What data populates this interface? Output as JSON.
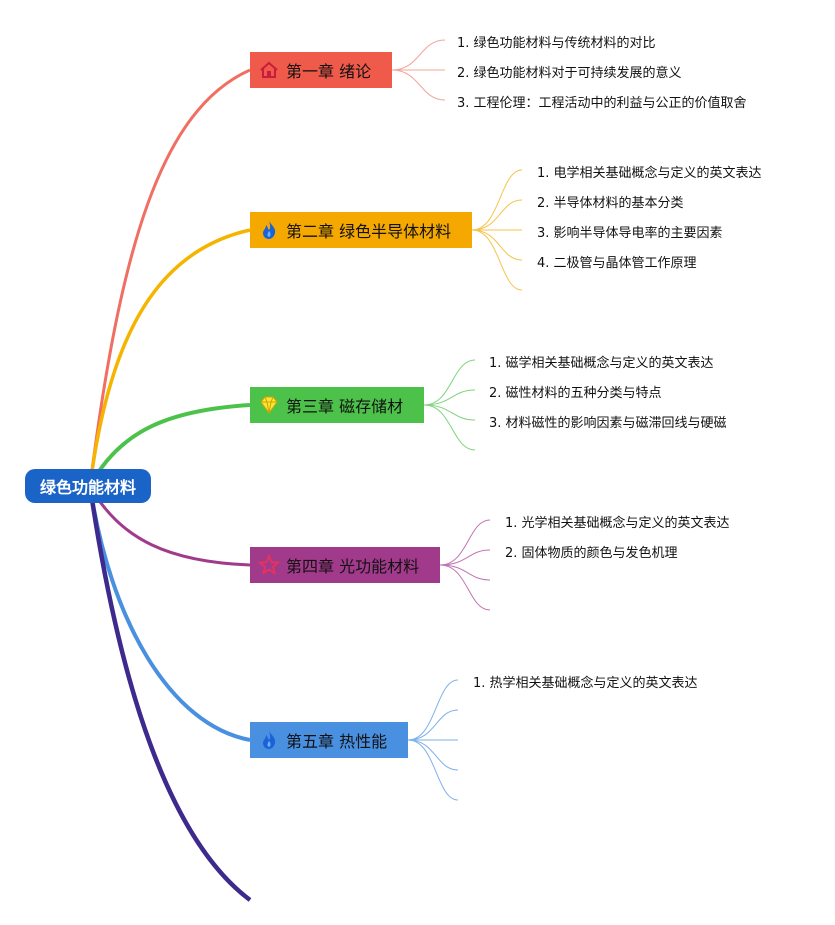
{
  "root": {
    "label": "绿色功能材料"
  },
  "chapters": [
    {
      "label": "第一章 绪论",
      "icon": "house-icon",
      "color": "#f05a4a",
      "items": [
        "1. 绿色功能材料与传统材料的对比",
        "2. 绿色功能材料对于可持续发展的意义",
        "3. 工程伦理：工程活动中的利益与公正的价值取舍"
      ]
    },
    {
      "label": "第二章 绿色半导体材料",
      "icon": "flame-icon",
      "color": "#f5a800",
      "items": [
        "1. 电学相关基础概念与定义的英文表达",
        "2. 半导体材料的基本分类",
        "3. 影响半导体导电率的主要因素",
        "4. 二极管与晶体管工作原理"
      ]
    },
    {
      "label": "第三章 磁存储材",
      "icon": "diamond-icon",
      "color": "#4cc24a",
      "items": [
        "1. 磁学相关基础概念与定义的英文表达",
        "2. 磁性材料的五种分类与特点",
        "3. 材料磁性的影响因素与磁滞回线与硬磁"
      ]
    },
    {
      "label": "第四章 光功能材料",
      "icon": "star-icon",
      "color": "#a23a8c",
      "items": [
        "1. 光学相关基础概念与定义的英文表达",
        "2. 固体物质的颜色与发色机理"
      ]
    },
    {
      "label": "第五章 热性能",
      "icon": "flame-icon",
      "color": "#4a90e0",
      "items": [
        "1. 热学相关基础概念与定义的英文表达"
      ]
    }
  ],
  "extra_branch_color": "#3d2a8c"
}
